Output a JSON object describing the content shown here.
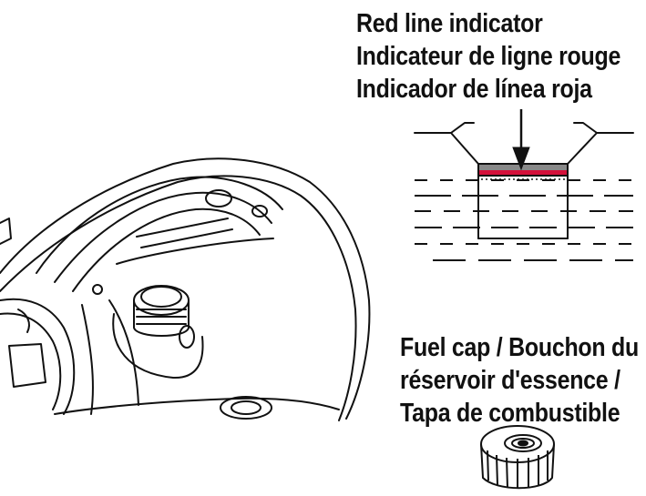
{
  "red_line_label": {
    "en": "Red line indicator",
    "fr": "Indicateur de ligne rouge",
    "es": "Indicador de línea roja"
  },
  "fuel_cap_label": {
    "line1": "Fuel cap / Bouchon du",
    "line2": "réservoir d'essence /",
    "line3": "Tapa de combustible"
  },
  "colors": {
    "line_art": "#111111",
    "red_indicator": "#d4103a",
    "background": "#ffffff"
  }
}
